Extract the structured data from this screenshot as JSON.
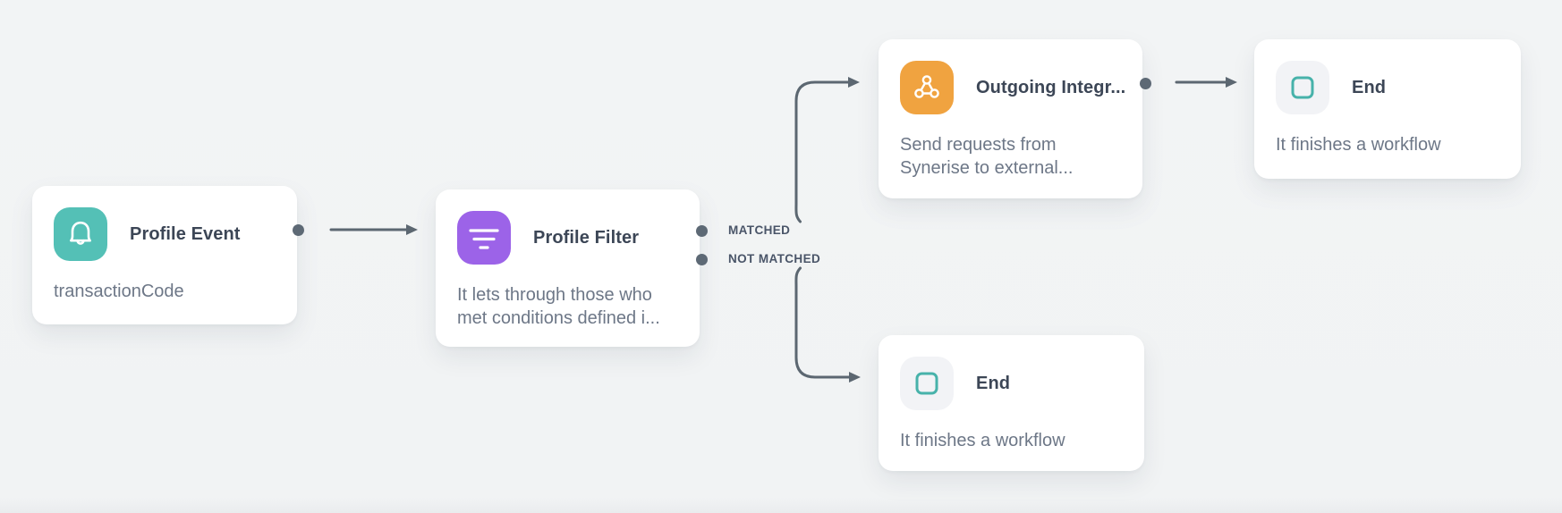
{
  "app": {
    "name": "workflow-canvas"
  },
  "colors": {
    "canvas_bg": "#f1f3f4",
    "card_bg": "#ffffff",
    "title_text": "#3c4656",
    "subtitle_text": "#6d7787",
    "edge": "#5c6771",
    "edge_label_text": "#4a5568",
    "port_dot": "#5d6975",
    "teal": "#54c0b6",
    "purple": "#9c63e8",
    "orange": "#f0a340",
    "end_accent": "#47b2aa",
    "end_icon_bg": "#f2f3f6"
  },
  "nodes": [
    {
      "id": "profile-event",
      "title": "Profile Event",
      "subtitle_lines": [
        "transactionCode"
      ],
      "icon": "bell-icon",
      "icon_bg": "#54c0b6",
      "icon_fg": "#ffffff",
      "outputs": [
        "default"
      ]
    },
    {
      "id": "profile-filter",
      "title": "Profile Filter",
      "subtitle_lines": [
        "It lets through those who",
        "met conditions defined i..."
      ],
      "icon": "filter-icon",
      "icon_bg": "#9c63e8",
      "icon_fg": "#ffffff",
      "outputs": [
        "MATCHED",
        "NOT MATCHED"
      ]
    },
    {
      "id": "outgoing-integration",
      "title": "Outgoing Integr...",
      "subtitle_lines": [
        "Send requests from",
        "Synerise to external..."
      ],
      "icon": "webhook-icon",
      "icon_bg": "#f0a340",
      "icon_fg": "#ffffff",
      "outputs": [
        "default"
      ]
    },
    {
      "id": "end-top",
      "title": "End",
      "subtitle_lines": [
        "It finishes a workflow"
      ],
      "icon": "stop-square-icon",
      "icon_bg": "#f2f3f6",
      "icon_fg": "#47b2aa",
      "outputs": []
    },
    {
      "id": "end-bottom",
      "title": "End",
      "subtitle_lines": [
        "It finishes a workflow"
      ],
      "icon": "stop-square-icon",
      "icon_bg": "#f2f3f6",
      "icon_fg": "#47b2aa",
      "outputs": []
    }
  ],
  "connections": [
    {
      "from": "profile-event",
      "to": "profile-filter",
      "label": ""
    },
    {
      "from": "profile-filter",
      "to": "outgoing-integration",
      "label": "MATCHED"
    },
    {
      "from": "profile-filter",
      "to": "end-bottom",
      "label": "NOT MATCHED"
    },
    {
      "from": "outgoing-integration",
      "to": "end-top",
      "label": ""
    }
  ]
}
